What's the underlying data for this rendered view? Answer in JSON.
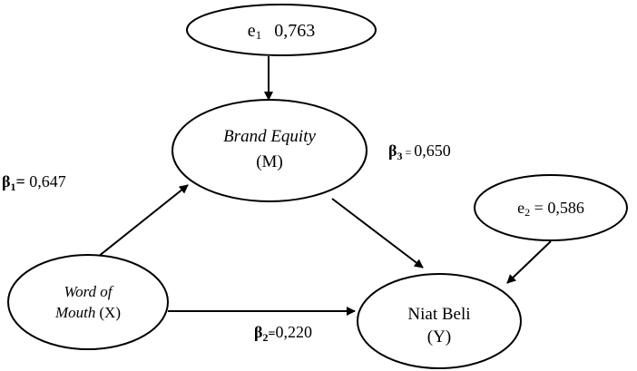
{
  "nodes": {
    "e1": {
      "symbol": "e",
      "subscript": "1",
      "value": "0,763"
    },
    "brand_equity": {
      "name": "Brand Equity",
      "code": "(M)"
    },
    "word_of_mouth": {
      "name_line1": "Word of",
      "name_line2": "Mouth",
      "code": "(X)"
    },
    "niat_beli": {
      "name": "Niat Beli",
      "code": "(Y)"
    },
    "e2": {
      "symbol": "e",
      "subscript": "2",
      "sep": " = ",
      "value": "0,586"
    }
  },
  "paths": {
    "beta1": {
      "symbol": "β",
      "subscript": "1",
      "sep": "= ",
      "value": "0,647"
    },
    "beta2": {
      "symbol": "β",
      "subscript": "2",
      "sep": "=",
      "value": "0,220"
    },
    "beta3": {
      "symbol": "β",
      "subscript": "3",
      "sep": " = ",
      "value": "0,650"
    }
  }
}
